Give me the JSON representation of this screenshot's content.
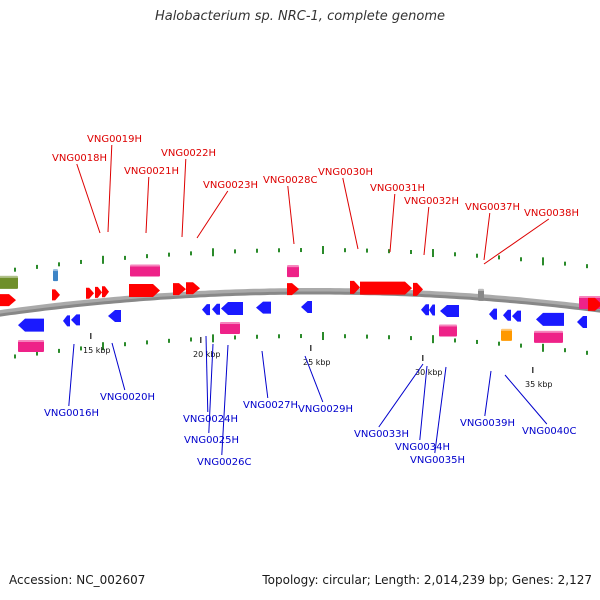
{
  "title": "Halobacterium sp. NRC-1, complete genome",
  "footer": {
    "accession": "Accession: NC_002607",
    "topology": "Topology: circular; Length: 2,014,239 bp; Genes: 2,127"
  },
  "colors": {
    "forward_label": "#dd0000",
    "reverse_label": "#0000cc",
    "forward_gene": "#ff0000",
    "reverse_gene": "#1a1aff",
    "rna_gene": "#ee2288",
    "backbone": "#888888",
    "ticks": "#2a8a2a"
  },
  "scale_labels": [
    "15 kbp",
    "20 kbp",
    "25 kbp",
    "30 kbp",
    "35 kbp"
  ],
  "forward_genes": [
    "VNG0018H",
    "VNG0019H",
    "VNG0021H",
    "VNG0022H",
    "VNG0023H",
    "VNG0028C",
    "VNG0030H",
    "VNG0031H",
    "VNG0032H",
    "VNG0037H",
    "VNG0038H"
  ],
  "reverse_genes": [
    "VNG0016H",
    "VNG0020H",
    "VNG0024H",
    "VNG0025H",
    "VNG0026C",
    "VNG0027H",
    "VNG0029H",
    "VNG0033H",
    "VNG0034H",
    "VNG0035H",
    "VNG0039H",
    "VNG0040C"
  ]
}
